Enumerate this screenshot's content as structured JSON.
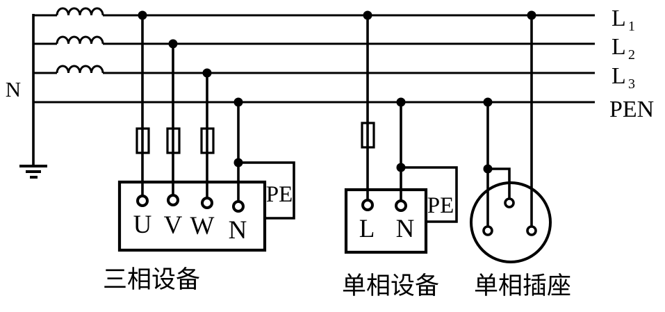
{
  "colors": {
    "line": "#000000",
    "background": "#ffffff"
  },
  "source": {
    "neutral_label": "N",
    "lines": [
      {
        "main": "L",
        "sub": "1"
      },
      {
        "main": "L",
        "sub": "2"
      },
      {
        "main": "L",
        "sub": "3"
      }
    ],
    "pen_label": "PEN"
  },
  "three_phase_equipment": {
    "caption": "三相设备",
    "pe_label": "PE",
    "terminals": [
      "U",
      "V",
      "W",
      "N"
    ]
  },
  "single_phase_equipment": {
    "caption": "单相设备",
    "pe_label": "PE",
    "terminals": [
      "L",
      "N"
    ]
  },
  "single_phase_socket": {
    "caption": "单相插座"
  }
}
